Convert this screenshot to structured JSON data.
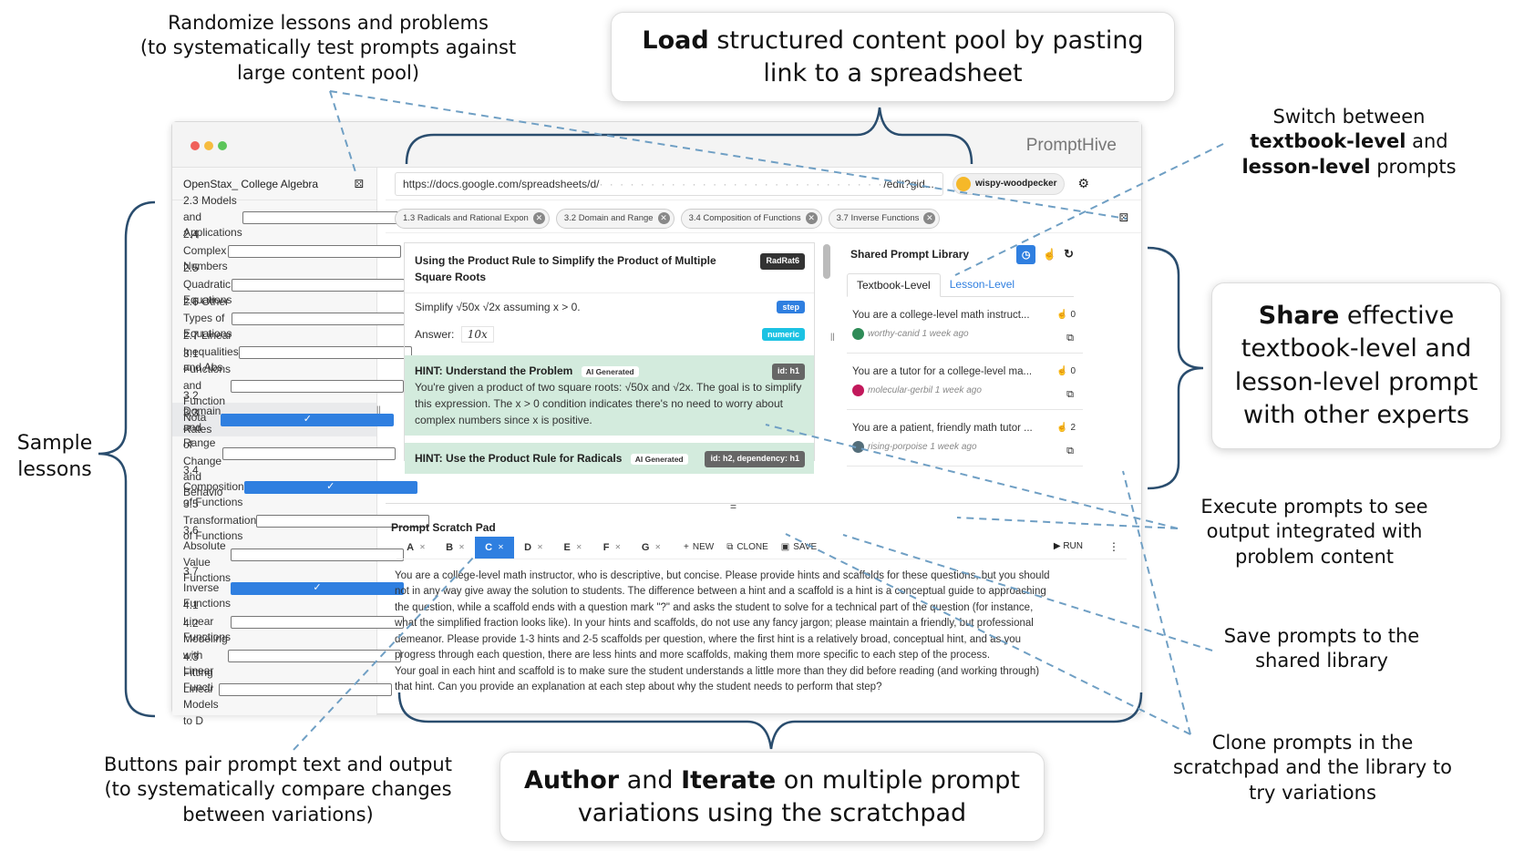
{
  "app": {
    "brand": "PromptHive"
  },
  "sidebar": {
    "title": "OpenStax_ College Algebra",
    "lessons": [
      {
        "label": "2.3 Models and Applications",
        "checked": false
      },
      {
        "label": "2.4 Complex Numbers",
        "checked": false
      },
      {
        "label": "2.5 Quadratic Equations",
        "checked": false
      },
      {
        "label": "2.6 Other Types of Equations",
        "checked": false
      },
      {
        "label": "2.7 Linear Inequalities and Abs",
        "checked": false
      },
      {
        "label": "3.1 Functions and Function Nota",
        "checked": false
      },
      {
        "label": "3.2 Domain and Range",
        "checked": true
      },
      {
        "label": "3.3 Rates of Change and Behavio",
        "checked": false
      },
      {
        "label": "3.4 Composition of Functions",
        "checked": true
      },
      {
        "label": "3.5 Transformation of Functions",
        "checked": false
      },
      {
        "label": "3.6 Absolute Value Functions",
        "checked": false
      },
      {
        "label": "3.7 Inverse Functions",
        "checked": true
      },
      {
        "label": "4.1 Linear Functions",
        "checked": false
      },
      {
        "label": "4.2 Modeling with Linear Functi",
        "checked": false
      },
      {
        "label": "4.3 Fitting Linear Models to D",
        "checked": false
      }
    ]
  },
  "topbar": {
    "url_start": "https://docs.google.com/spreadsheets/d/",
    "url_end": "/edit?gid...",
    "username": "wispy-woodpecker"
  },
  "chips": [
    "1.3 Radicals and Rational Expon",
    "3.2 Domain and Range",
    "3.4 Composition of Functions",
    "3.7 Inverse Functions"
  ],
  "problem": {
    "title": "Using the Product Rule to Simplify the Product of Multiple Square Roots",
    "author_badge": "RadRat6",
    "question": "Simplify √50x √2x assuming x > 0.",
    "question_badge": "step",
    "answer_label": "Answer:",
    "answer_value": "10x",
    "answer_badge": "numeric",
    "hints": [
      {
        "title": "HINT: Understand the Problem",
        "tag": "AI Generated",
        "id": "id: h1",
        "body": "You're given a product of two square roots: √50x and √2x. The goal is to simplify this expression. The x > 0 condition indicates there's no need to worry about complex numbers since x is positive."
      },
      {
        "title": "HINT: Use the Product Rule for Radicals",
        "tag": "AI Generated",
        "id": "id: h2, dependency: h1",
        "body": ""
      }
    ]
  },
  "library": {
    "title": "Shared Prompt Library",
    "tabs": [
      "Textbook-Level",
      "Lesson-Level"
    ],
    "items": [
      {
        "text": "You are a college-level math instruct...",
        "likes": "0",
        "author": "worthy-canid 1 week ago",
        "avatar_color": "#2e8b57"
      },
      {
        "text": "You are a tutor for a college-level ma...",
        "likes": "0",
        "author": "molecular-gerbil 1 week ago",
        "avatar_color": "#c2185b"
      },
      {
        "text": "You are a patient, friendly math tutor ...",
        "likes": "2",
        "author": "rising-porpoise 1 week ago",
        "avatar_color": "#546e7a"
      }
    ]
  },
  "scratch": {
    "title": "Prompt Scratch Pad",
    "tabs": [
      "A",
      "B",
      "C",
      "D",
      "E",
      "F",
      "G"
    ],
    "active_tab": "C",
    "new_label": "NEW",
    "clone_label": "CLONE",
    "save_label": "SAVE",
    "run_label": "RUN",
    "prompt_lines": [
      "You are a college-level math instructor, who is descriptive, but concise. Please provide hints and scaffolds for these questions, but you should",
      "not in any way give away the solution to students. The difference between a hint and a scaffold is a hint is a conceptual guide to approaching",
      "the question, while a scaffold ends with a question mark \"?\" and asks the student to solve for a technical part of the question (for instance,",
      "what the simplified fraction looks like). In your hints and scaffolds, do not use any fancy jargon; please maintain a friendly, but professional",
      "demeanor. Please provide 1-3 hints and 2-5 scaffolds per question, where the first hint is a relatively broad, conceptual hint, and as you",
      "progress through each question, there are less hints and more scaffolds, making them more specific to each step of the process.",
      "Your goal in each hint and scaffold is to make sure the student understands a little more than they did before reading (and working through)",
      "that hint. Can you provide an explanation at each step about why the student needs to perform that step?"
    ]
  },
  "annotations": {
    "randomize": [
      "Randomize lessons and problems",
      "(to systematically test prompts against",
      "large content pool)"
    ],
    "load": {
      "bold": "Load",
      "rest1": " structured content pool by pasting",
      "line2": "link to a spreadsheet"
    },
    "switch": {
      "l1": "Switch between",
      "b1": "textbook-level",
      "a1": " and",
      "b2": "lesson-level",
      "a2": " prompts"
    },
    "share": {
      "bold": "Share",
      "rest1": " effective",
      "l2": "textbook-level and",
      "l3": "lesson-level prompt",
      "l4": "with other experts"
    },
    "sample": [
      "Sample",
      "lessons"
    ],
    "execute": [
      "Execute prompts to see",
      "output integrated with",
      "problem content"
    ],
    "save": [
      "Save prompts to the",
      "shared library"
    ],
    "clone": [
      "Clone prompts in the",
      "scratchpad and the library to",
      "try variations"
    ],
    "buttons": [
      "Buttons pair prompt text and output",
      "(to systematically compare changes",
      "between variations)"
    ],
    "author": {
      "b1": "Author",
      "m1": " and ",
      "b2": "Iterate",
      "r1": " on multiple prompt",
      "l2": "variations using the scratchpad"
    }
  }
}
